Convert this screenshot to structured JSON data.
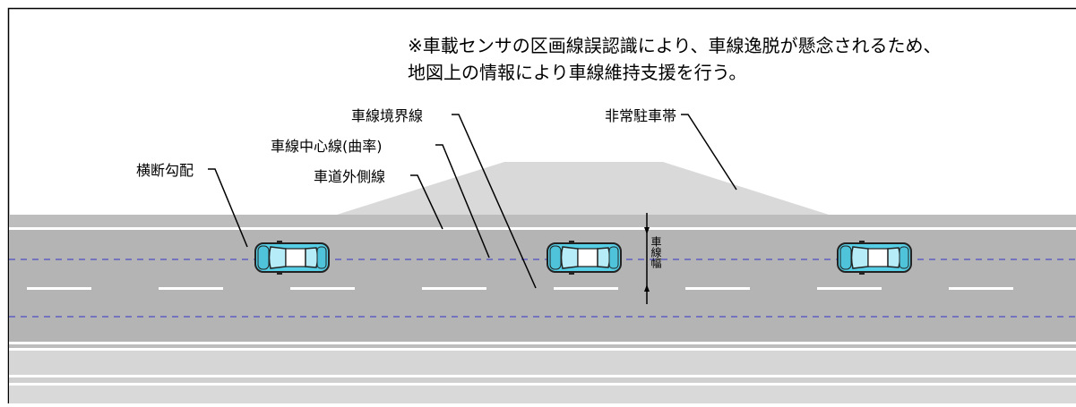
{
  "note": {
    "line1": "※車載センサの区画線誤認識により、車線逸脱が懸念されるため、",
    "line2": "地図上の情報により車線維持支援を行う。"
  },
  "labels": {
    "lane_boundary": "車線境界線",
    "emergency_bay": "非常駐車帯",
    "lane_center": "車線中心線(曲率)",
    "cross_slope": "横断勾配",
    "roadway_edge": "車道外側線",
    "lane_width": "車線幅"
  },
  "colors": {
    "road_surface": "#b4b4b4",
    "road_edge_band": "#bdbdbd",
    "emergency_bay": "#d9d9d9",
    "lane_marking": "#ffffff",
    "center_line": "#3232c8",
    "car_body": "#56cfe6",
    "car_window": "#b5ecf7",
    "car_outline": "#222222"
  },
  "icons": {
    "vehicle": "car-top-view-icon"
  }
}
